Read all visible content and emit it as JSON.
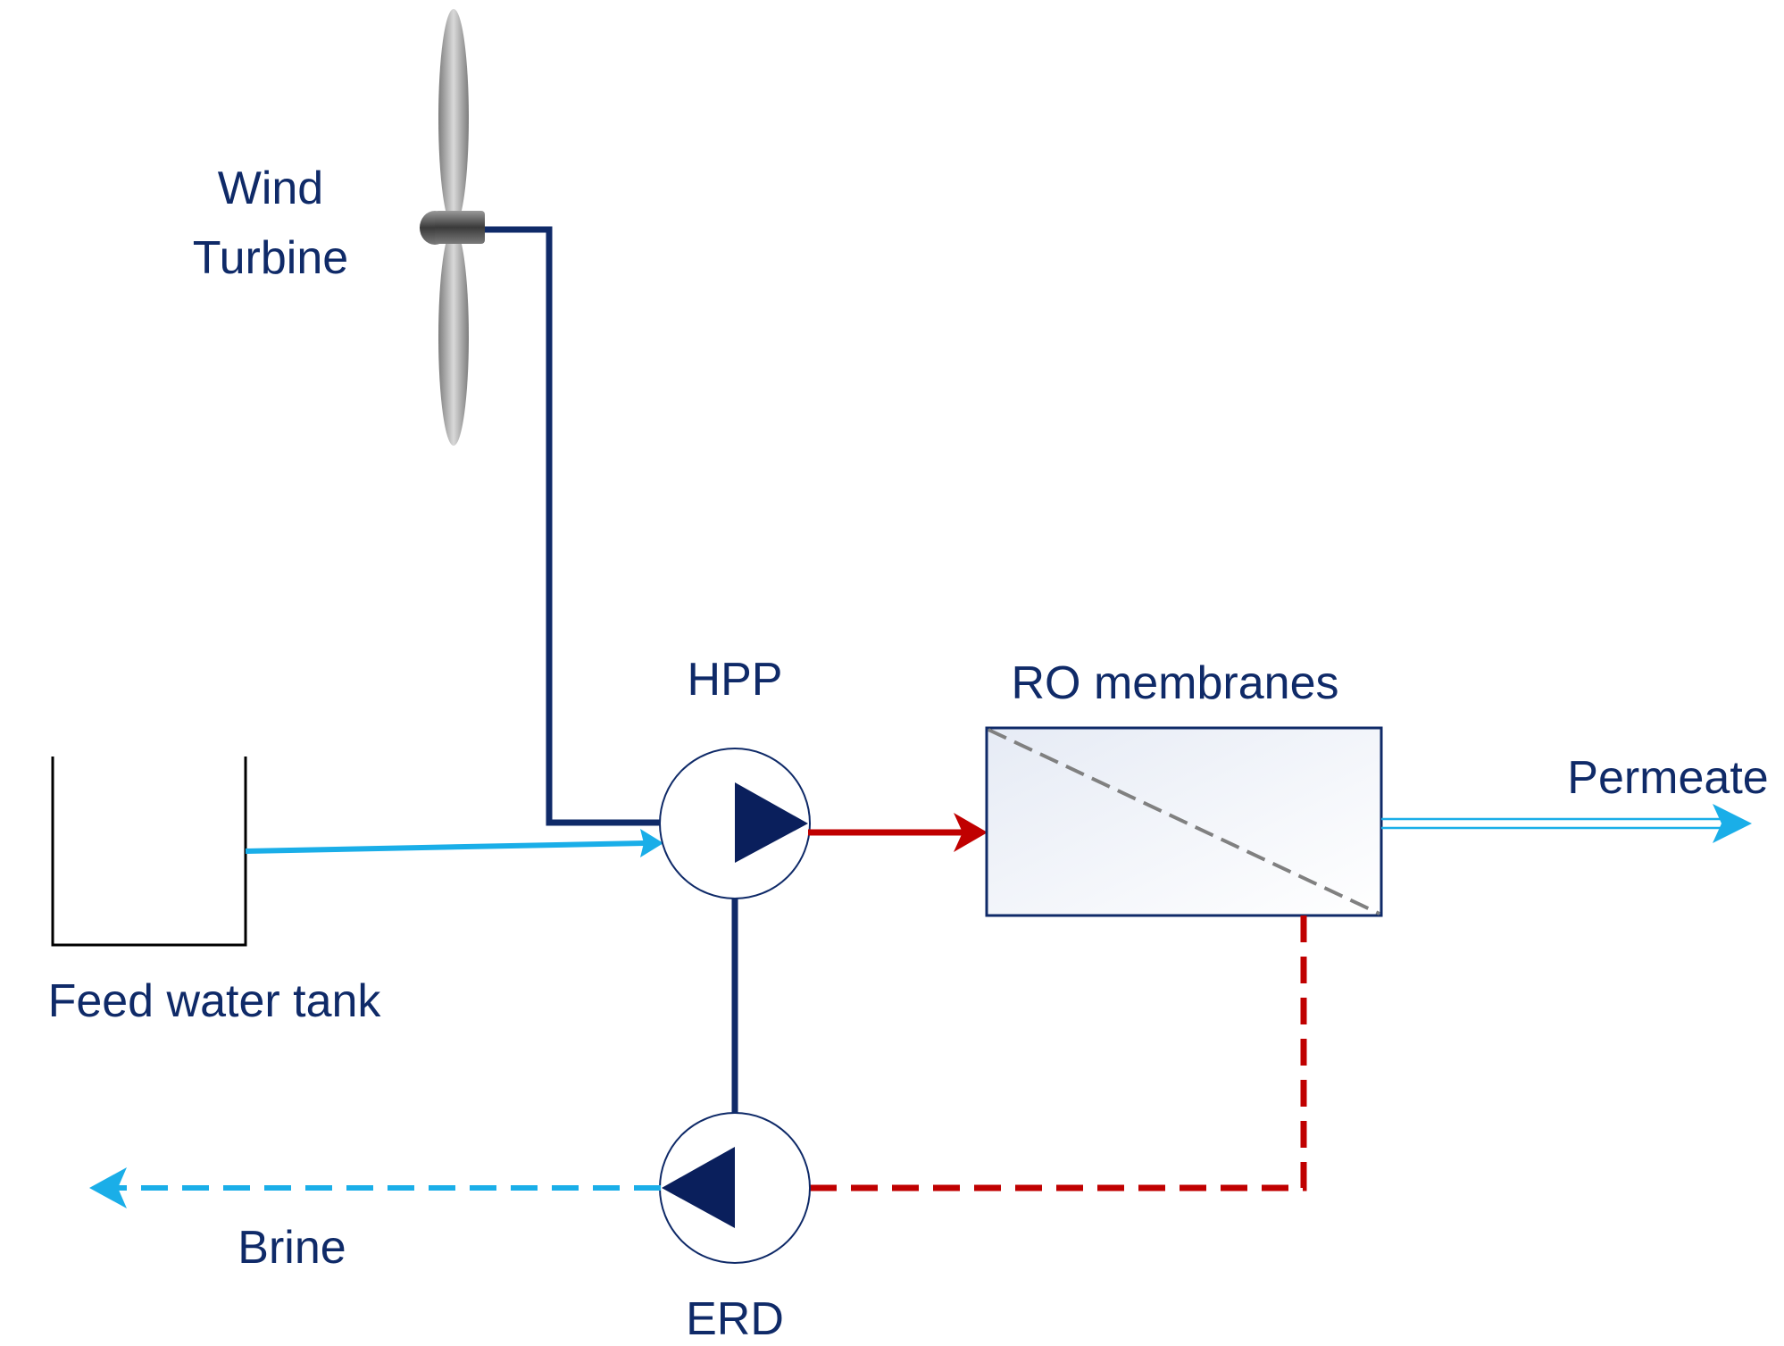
{
  "labels": {
    "wind_turbine_line1": "Wind",
    "wind_turbine_line2": "Turbine",
    "hpp": "HPP",
    "ro_membranes": "RO membranes",
    "permeate": "Permeate",
    "feed_water_tank": "Feed water tank",
    "brine": "Brine",
    "erd": "ERD"
  },
  "colors": {
    "text": "#0f2a68",
    "power_line": "#0f2a68",
    "feed_water": "#1aaee8",
    "high_pressure": "#c00000",
    "permeate": "#1aaee8",
    "membrane_divider": "#808080",
    "pump_triangle": "#0a1f5c",
    "tank_outline": "#000000"
  },
  "icons": {
    "turbine": "wind-turbine-icon",
    "hpp_pump": "pump-forward-icon",
    "erd_pump": "pump-reverse-icon"
  }
}
